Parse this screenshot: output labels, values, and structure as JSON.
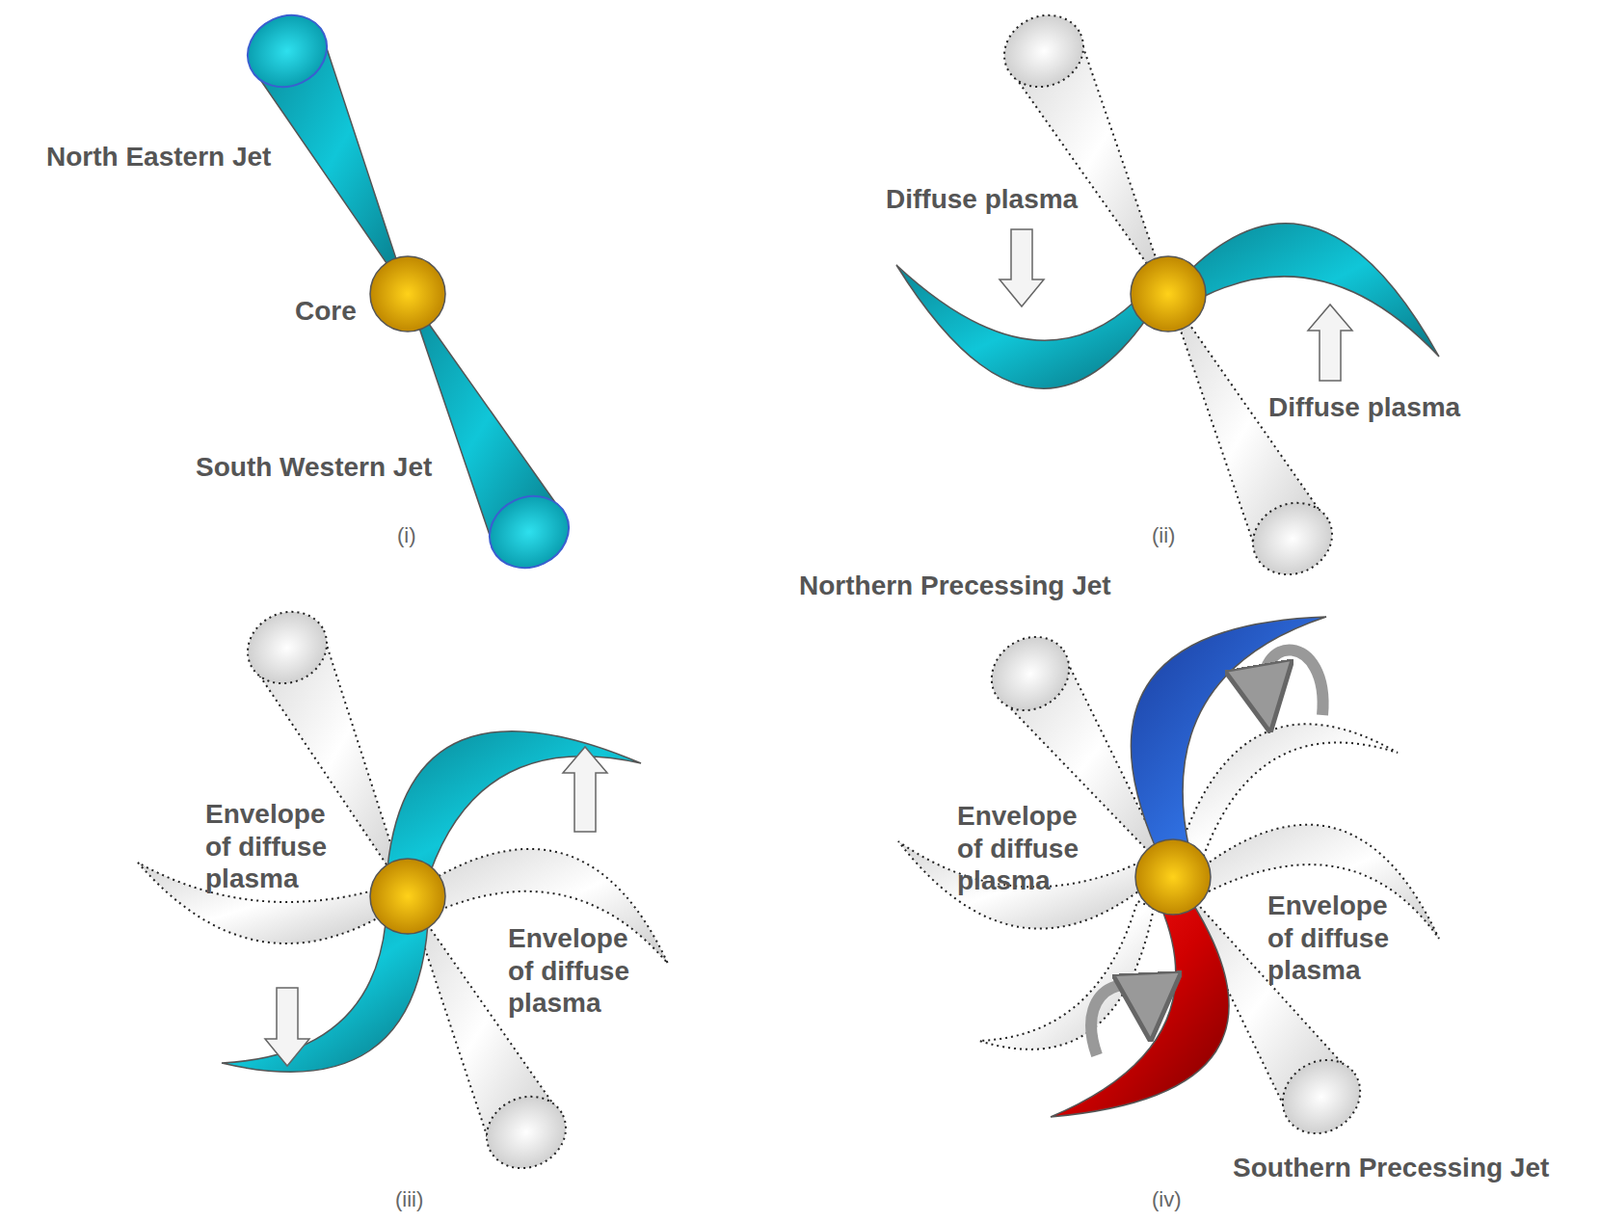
{
  "diagram": {
    "labels": [
      "North Eastern Jet",
      "Core",
      "South Western Jet",
      "(i)",
      "Diffuse plasma",
      "Diffuse plasma",
      "(ii)",
      "Envelope of diffuse plasma",
      "Envelope of diffuse plasma",
      "(iii)",
      "Northern Precessing Jet",
      "Envelope of diffuse plasma",
      "Envelope of diffuse plasma",
      "Southern Precessing Jet",
      "(iv)"
    ]
  }
}
